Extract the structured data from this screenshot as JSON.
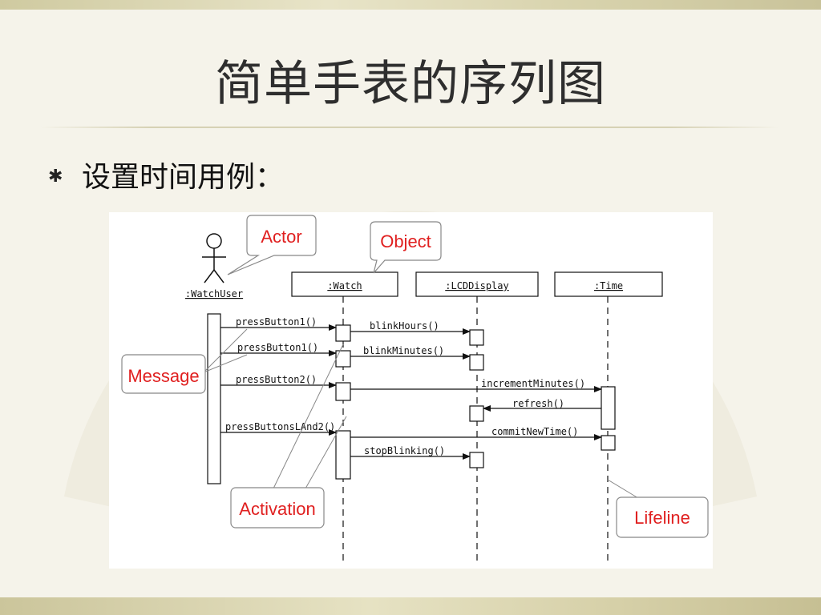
{
  "slide": {
    "title": "简单手表的序列图",
    "bullet_icon": "asterisk-bullet-icon",
    "bullet_text": "设置时间用例："
  },
  "diagram": {
    "actor": ":WatchUser",
    "objects": [
      ":Watch",
      ":LCDDisplay",
      ":Time"
    ],
    "messages": {
      "m1": "pressButton1()",
      "m2": "blinkHours()",
      "m3": "pressButton1()",
      "m4": "blinkMinutes()",
      "m5": "pressButton2()",
      "m6": "incrementMinutes()",
      "m7": "refresh()",
      "m8": "pressButtonsLAnd2()",
      "m9": "commitNewTime()",
      "m10": "stopBlinking()"
    },
    "callouts": {
      "actor": "Actor",
      "object": "Object",
      "message": "Message",
      "activation": "Activation",
      "lifeline": "Lifeline"
    },
    "colors": {
      "callout_text": "#e02020",
      "callout_border": "#888888",
      "line": "#111111"
    }
  }
}
